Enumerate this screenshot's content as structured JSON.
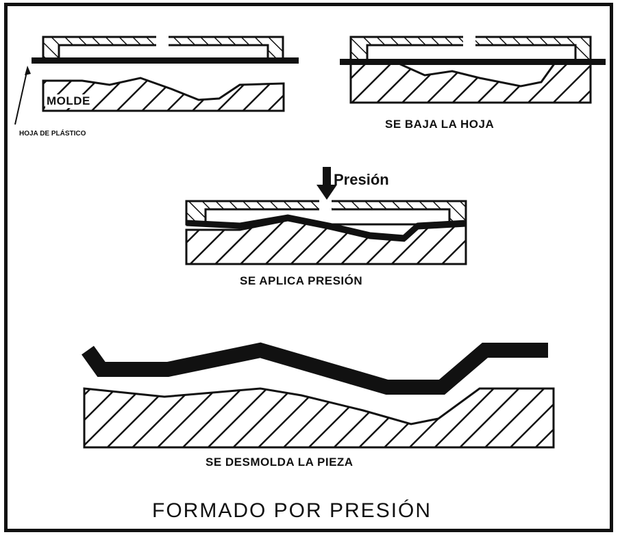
{
  "labels": {
    "plastic_sheet": "HOJA DE PLÁSTICO",
    "mold": "MOLDE",
    "step_lower_sheet": "SE BAJA LA HOJA",
    "pressure": "Presión",
    "step_apply_pressure": "SE APLICA PRESIÓN",
    "step_demold": "SE DESMOLDA LA PIEZA",
    "title": "FORMADO POR PRESIÓN"
  },
  "colors": {
    "ink": "#111111",
    "paper": "#ffffff"
  }
}
